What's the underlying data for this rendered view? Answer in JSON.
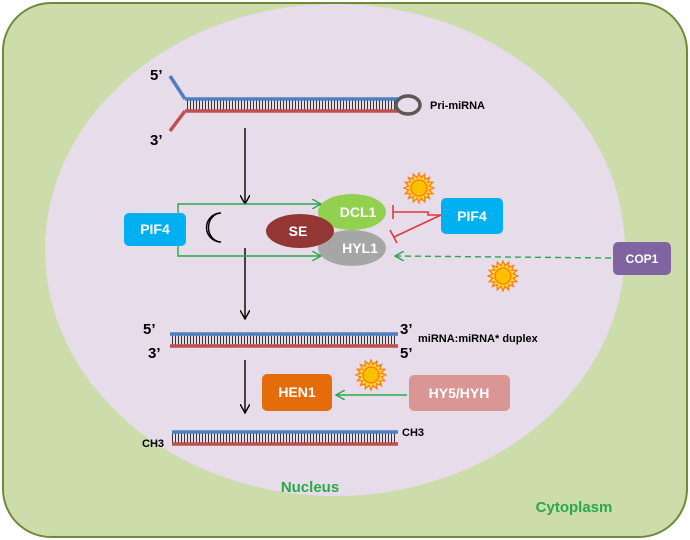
{
  "labels": {
    "pri_5": "5’",
    "pri_3": "3’",
    "pri_mirna": "Pri-miRNA",
    "dup_5_left": "5’",
    "dup_3_left": "3’",
    "dup_3_right": "3’",
    "dup_5_right": "5’",
    "duplex": "miRNA:miRNA* duplex",
    "ch3_left": "CH3",
    "ch3_right": "CH3",
    "nucleus": "Nucleus",
    "cytoplasm": "Cytoplasm"
  },
  "boxes": {
    "pif4_left": "PIF4",
    "pif4_right": "PIF4",
    "cop1": "COP1",
    "hen1": "HEN1",
    "hy5": "HY5/HYH"
  },
  "complex": {
    "dcl1": "DCL1",
    "se": "SE",
    "hyl1": "HYL1"
  },
  "icons": [
    "moon-icon",
    "sun-icon",
    "sun-icon",
    "sun-icon"
  ],
  "colors": {
    "cell": "#cddcab",
    "cell_border": "#6f8a3a",
    "nucleus": "#e6dcea",
    "strand_top": "#4f7fbf",
    "strand_bottom": "#c0504d",
    "pif4": "#00b0f0",
    "cop1": "#8064a2",
    "hen1": "#e46c0a",
    "hy5": "#d99694",
    "dcl1": "#92d050",
    "se": "#943634",
    "hyl1": "#a6a6a6",
    "activate": "#2aa84a",
    "inhibit": "#e0393e",
    "sun": "#ff7a00"
  }
}
